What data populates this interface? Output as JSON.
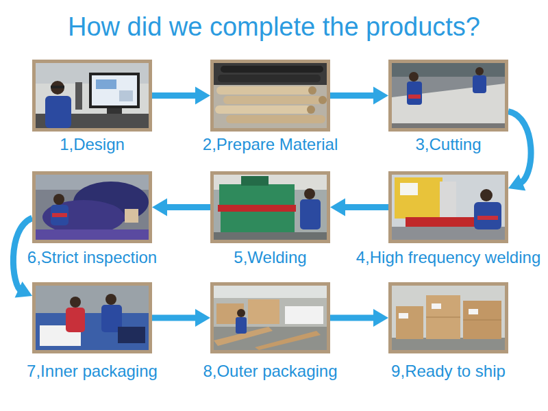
{
  "diagram": {
    "title": "How did we complete the products?",
    "nodes": [
      {
        "text": [
          "1,Design"
        ]
      },
      {
        "text": [
          "2,Prepare Material"
        ]
      },
      {
        "text": [
          "3,Cutting"
        ]
      },
      {
        "text": [
          "4,High frequency welding"
        ]
      },
      {
        "text": [
          "5,Welding"
        ]
      },
      {
        "text": [
          "6,Strict inspection"
        ]
      },
      {
        "text": [
          "7,Inner packaging"
        ]
      },
      {
        "text": [
          "8,Outer packaging"
        ]
      },
      {
        "text": [
          "9,Ready to ship"
        ]
      }
    ],
    "edges": [
      {
        "from": 0,
        "to": 1,
        "arrow": "to"
      },
      {
        "from": 1,
        "to": 2,
        "arrow": "to"
      },
      {
        "from": 2,
        "to": 3,
        "arrow": "to"
      },
      {
        "from": 3,
        "to": 4,
        "arrow": "to"
      },
      {
        "from": 4,
        "to": 5,
        "arrow": "to"
      },
      {
        "from": 5,
        "to": 6,
        "arrow": "to"
      },
      {
        "from": 6,
        "to": 7,
        "arrow": "to"
      },
      {
        "from": 7,
        "to": 8,
        "arrow": "to"
      }
    ]
  }
}
